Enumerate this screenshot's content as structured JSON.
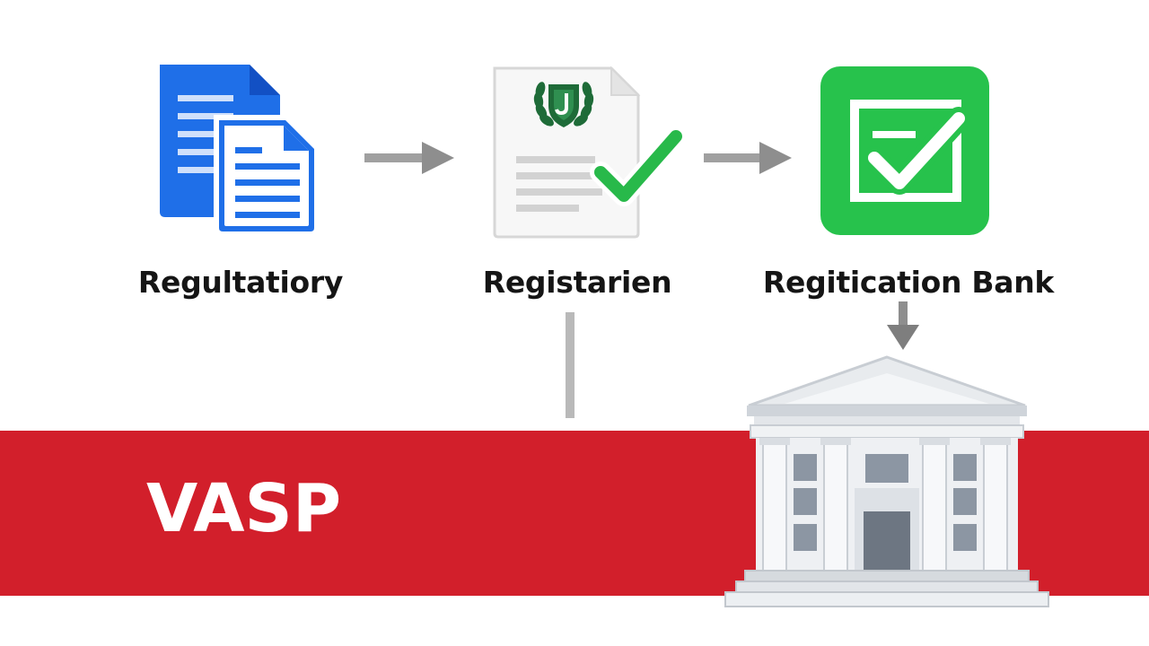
{
  "colors": {
    "band": "#d21f2b",
    "doc_blue": "#1f6fe8",
    "check_green": "#28c04c",
    "arrow_gray": "#9c9c9c",
    "building_gray": "#e3e6ea"
  },
  "steps": [
    {
      "label": "Regultatiory",
      "icon": "documents-icon"
    },
    {
      "label": "Registarien",
      "icon": "certificate-check-icon"
    },
    {
      "label": "Regitication Bank",
      "icon": "checkbox-approved-icon"
    }
  ],
  "band": {
    "text": "VASP"
  },
  "bank": {
    "icon": "bank-building-icon"
  }
}
